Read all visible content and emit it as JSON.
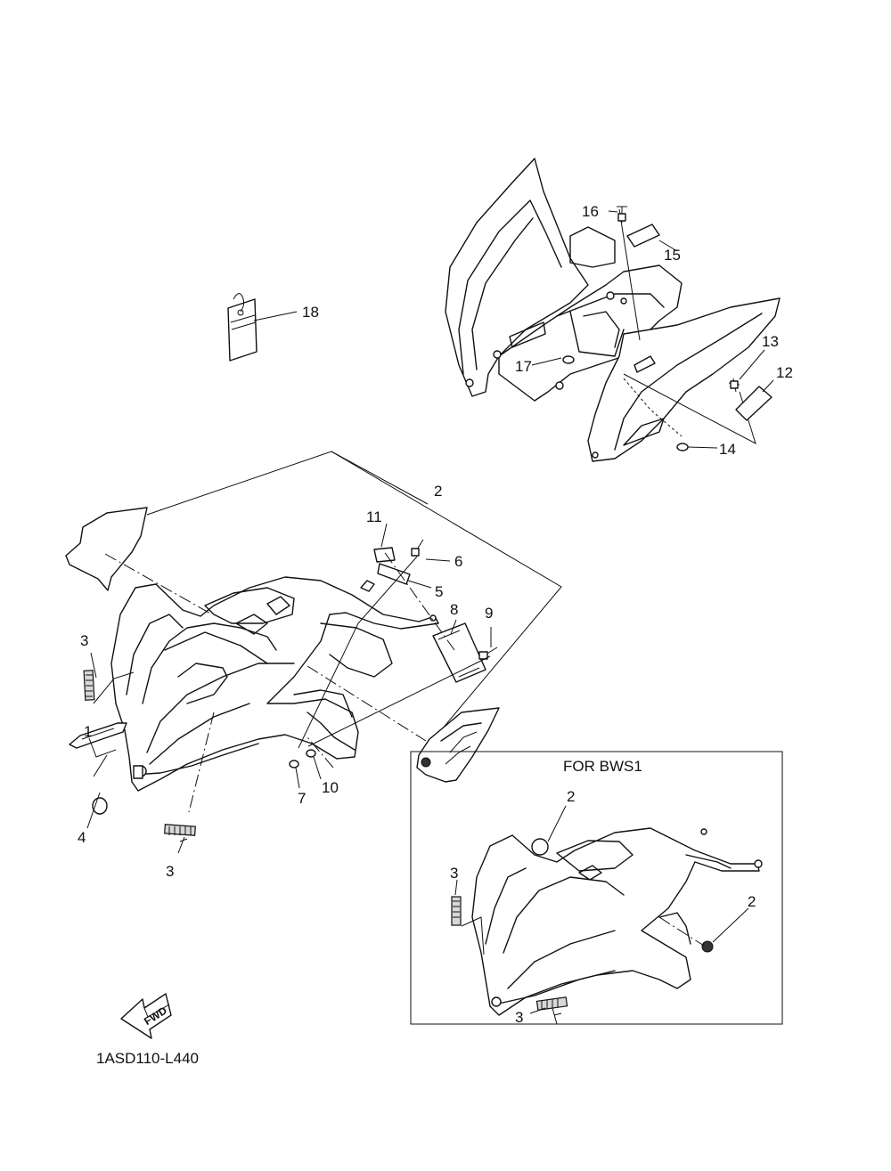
{
  "diagram": {
    "drawing_code": "1ASD110-L440",
    "inset_title": "FOR BWS1",
    "fwd_label": "FWD",
    "callouts": {
      "c1": "1",
      "c2": "2",
      "c3a": "3",
      "c3b": "3",
      "c4": "4",
      "c5": "5",
      "c6": "6",
      "c7": "7",
      "c8": "8",
      "c9": "9",
      "c10": "10",
      "c11": "11",
      "c12": "12",
      "c13": "13",
      "c14": "14",
      "c15": "15",
      "c16": "16",
      "c17": "17",
      "c18": "18",
      "inset_c2a": "2",
      "inset_c2b": "2",
      "inset_c3a": "3",
      "inset_c3b": "3"
    }
  }
}
